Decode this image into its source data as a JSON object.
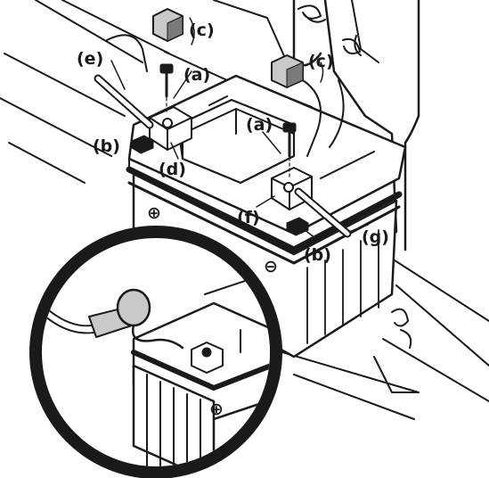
{
  "labels": {
    "a1": "(a)",
    "a2": "(a)",
    "b1": "(b)",
    "b2": "(b)",
    "c1": "(c)",
    "c2": "(c)",
    "d": "(d)",
    "e": "(e)",
    "f": "(f)",
    "g": "(g)"
  },
  "terminal_marks": {
    "plus": "⊕",
    "minus": "⊖",
    "detail_plus": "⊕"
  },
  "colors": {
    "ink": "#1a1a1a",
    "paper": "#ffffff",
    "shade": "#8c8c8c",
    "light": "#c9c9c9"
  }
}
